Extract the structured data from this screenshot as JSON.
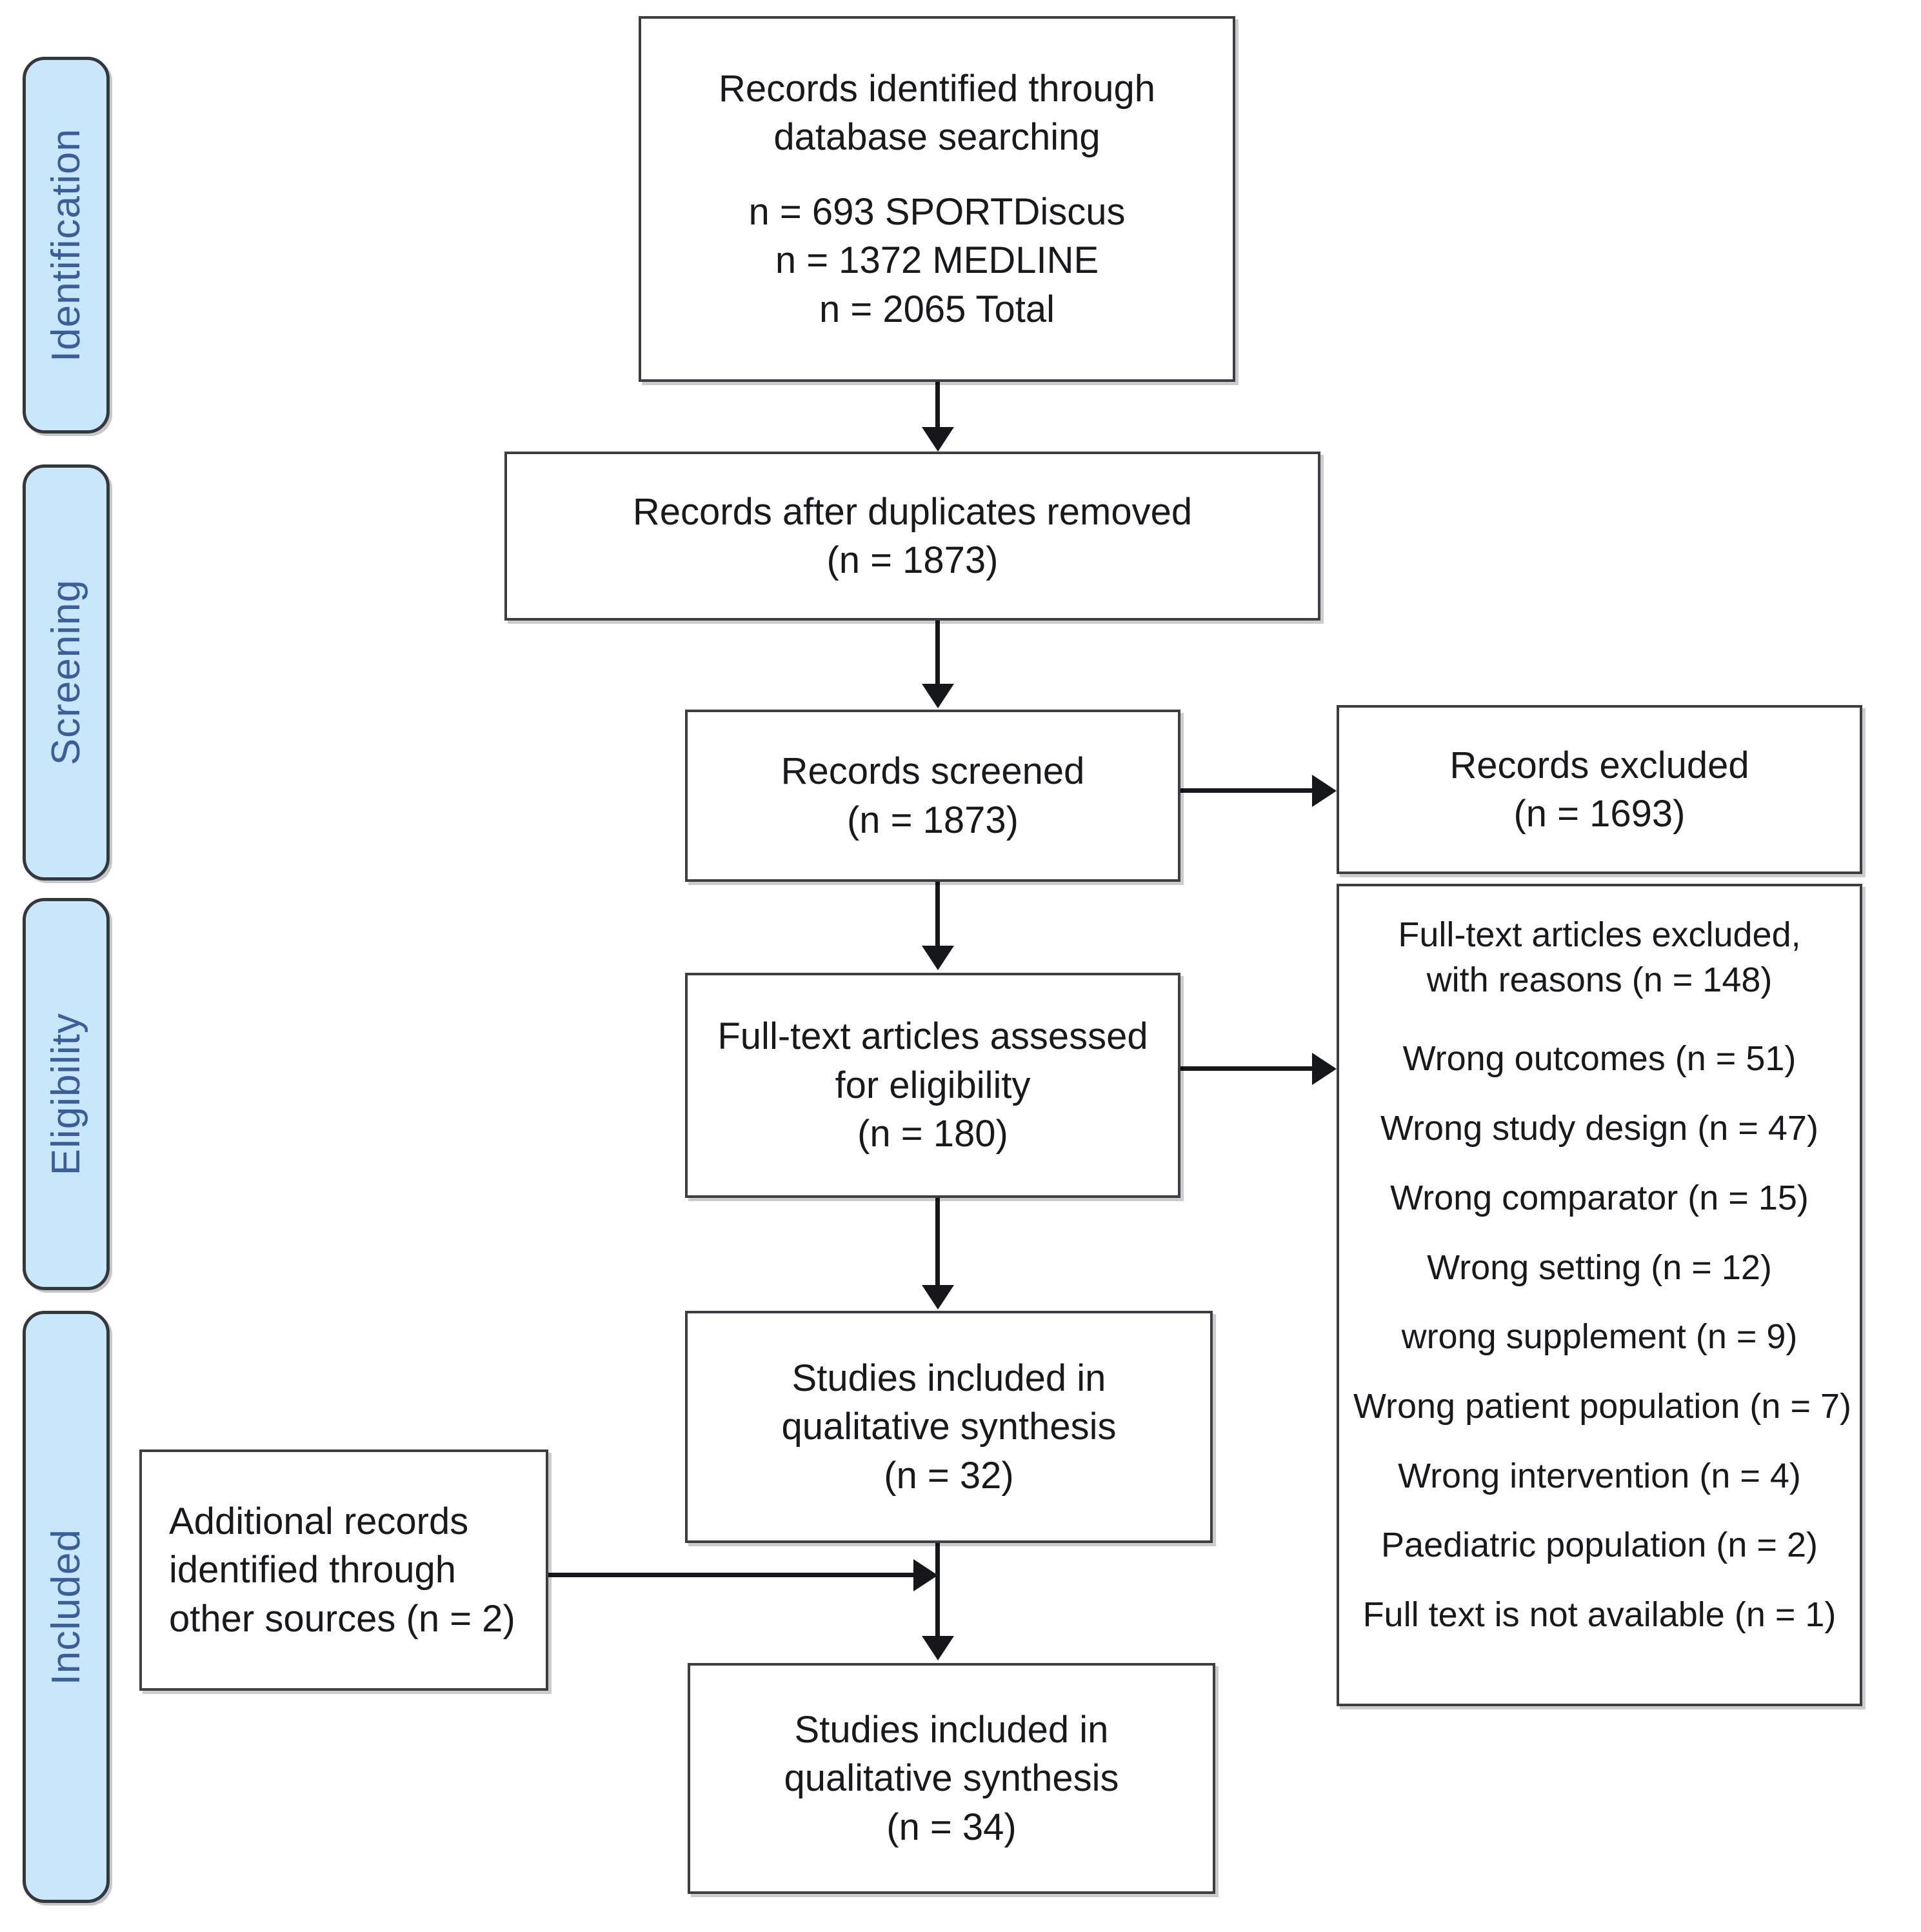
{
  "diagram": {
    "title": "PRISMA flow diagram",
    "type": "prisma-flow-chart",
    "accent_color": "#c9e7fa",
    "stage_label_color": "#3a5d9e",
    "box_border_color": "#3b3f44"
  },
  "stages": [
    {
      "id": "identification",
      "label": "Identification"
    },
    {
      "id": "screening",
      "label": "Screening"
    },
    {
      "id": "eligibility",
      "label": "Eligibility"
    },
    {
      "id": "included",
      "label": "Included"
    }
  ],
  "boxes": {
    "records_identified": {
      "line1": "Records identified through",
      "line2": "database searching",
      "line3": "n = 693 SPORTDiscus",
      "line4": "n = 1372 MEDLINE",
      "line5": "n = 2065 Total"
    },
    "duplicates_removed": {
      "line1": "Records after duplicates removed",
      "line2": "(n = 1873)"
    },
    "records_screened": {
      "line1": "Records screened",
      "line2": "(n = 1873)"
    },
    "records_excluded": {
      "line1": "Records excluded",
      "line2": "(n = 1693)"
    },
    "fulltext_assessed": {
      "line1": "Full-text articles assessed",
      "line2": "for eligibility",
      "line3": "(n = 180)"
    },
    "fulltext_excluded": {
      "head1": "Full-text articles excluded,",
      "head2": "with reasons (n = 148)",
      "reasons": [
        "Wrong outcomes (n = 51)",
        "Wrong study design (n = 47)",
        "Wrong comparator (n = 15)",
        "Wrong setting (n = 12)",
        "wrong supplement (n = 9)",
        "Wrong patient population (n = 7)",
        "Wrong intervention (n = 4)",
        "Paediatric population (n = 2)",
        "Full text is not available (n = 1)"
      ]
    },
    "qualitative_synthesis_32": {
      "line1": "Studies included in",
      "line2": "qualitative synthesis",
      "line3": "(n = 32)"
    },
    "additional_records": {
      "line1": "Additional records",
      "line2": "identified through",
      "line3": "other sources (n = 2)"
    },
    "qualitative_synthesis_34": {
      "line1": "Studies included in",
      "line2": "qualitative synthesis",
      "line3": "(n = 34)"
    }
  },
  "chart_data": {
    "type": "flowchart",
    "title": "PRISMA flow diagram",
    "nodes": [
      {
        "id": "records_identified",
        "stage": "Identification",
        "label": "Records identified through database searching",
        "counts": {
          "SPORTDiscus": 693,
          "MEDLINE": 1372,
          "Total": 2065
        }
      },
      {
        "id": "duplicates_removed",
        "stage": "Screening",
        "label": "Records after duplicates removed",
        "n": 1873
      },
      {
        "id": "records_screened",
        "stage": "Screening",
        "label": "Records screened",
        "n": 1873
      },
      {
        "id": "records_excluded",
        "stage": "Screening",
        "label": "Records excluded",
        "n": 1693
      },
      {
        "id": "fulltext_assessed",
        "stage": "Eligibility",
        "label": "Full-text articles assessed for eligibility",
        "n": 180
      },
      {
        "id": "fulltext_excluded",
        "stage": "Eligibility",
        "label": "Full-text articles excluded, with reasons",
        "n": 148,
        "breakdown": [
          {
            "reason": "Wrong outcomes",
            "n": 51
          },
          {
            "reason": "Wrong study design",
            "n": 47
          },
          {
            "reason": "Wrong comparator",
            "n": 15
          },
          {
            "reason": "Wrong setting",
            "n": 12
          },
          {
            "reason": "wrong supplement",
            "n": 9
          },
          {
            "reason": "Wrong patient population",
            "n": 7
          },
          {
            "reason": "Wrong intervention",
            "n": 4
          },
          {
            "reason": "Paediatric population",
            "n": 2
          },
          {
            "reason": "Full text is not available",
            "n": 1
          }
        ]
      },
      {
        "id": "qualitative_synthesis_32",
        "stage": "Included",
        "label": "Studies included in qualitative synthesis",
        "n": 32
      },
      {
        "id": "additional_records",
        "stage": "Included",
        "label": "Additional records identified through other sources",
        "n": 2
      },
      {
        "id": "qualitative_synthesis_34",
        "stage": "Included",
        "label": "Studies included in qualitative synthesis",
        "n": 34
      }
    ],
    "edges": [
      {
        "from": "records_identified",
        "to": "duplicates_removed",
        "dir": "down"
      },
      {
        "from": "duplicates_removed",
        "to": "records_screened",
        "dir": "down"
      },
      {
        "from": "records_screened",
        "to": "records_excluded",
        "dir": "right"
      },
      {
        "from": "records_screened",
        "to": "fulltext_assessed",
        "dir": "down"
      },
      {
        "from": "fulltext_assessed",
        "to": "fulltext_excluded",
        "dir": "right"
      },
      {
        "from": "fulltext_assessed",
        "to": "qualitative_synthesis_32",
        "dir": "down"
      },
      {
        "from": "qualitative_synthesis_32",
        "to": "qualitative_synthesis_34",
        "dir": "down"
      },
      {
        "from": "additional_records",
        "to": "qualitative_synthesis_34",
        "dir": "right"
      }
    ]
  }
}
